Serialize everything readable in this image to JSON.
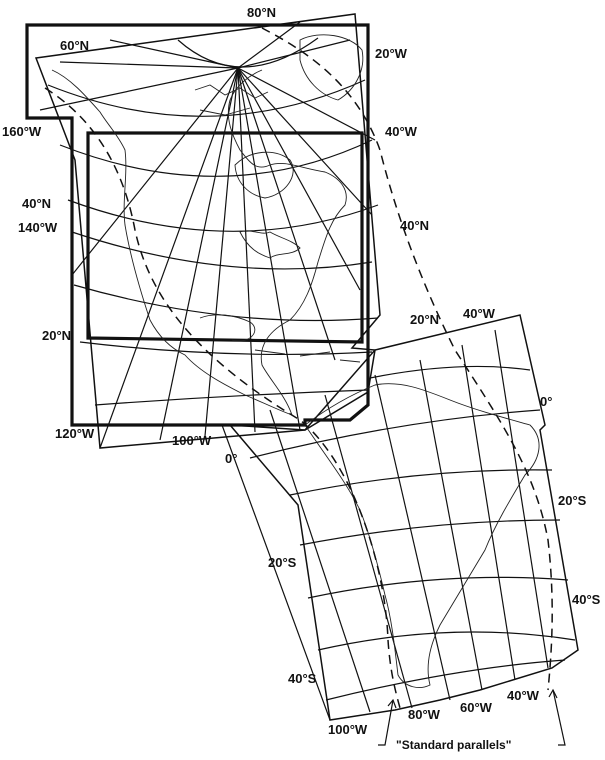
{
  "map": {
    "labels": {
      "n80": "80°N",
      "n60": "60°N",
      "w20": "20°W",
      "w160": "160°W",
      "w40_top": "40°W",
      "n40_left": "40°N",
      "w140": "140°W",
      "n40_right": "40°N",
      "n20_left": "20°N",
      "n20_right": "20°N",
      "w40_mid": "40°W",
      "eq_right": "0°",
      "w120": "120°W",
      "w100_top": "100°W",
      "eq_left": "0°",
      "s20_right": "20°S",
      "s20_left": "20°S",
      "s40_right": "40°S",
      "s40_left": "40°S",
      "w100_bottom": "100°W",
      "w80": "80°W",
      "w60": "60°W",
      "w40_bottom": "40°W"
    },
    "caption": "\"Standard parallels\""
  }
}
